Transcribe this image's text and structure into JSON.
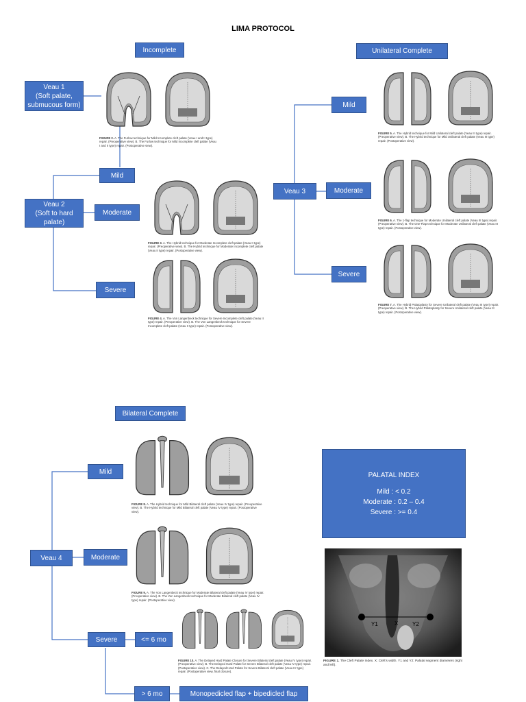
{
  "title": "LIMA PROTOCOL",
  "headers": {
    "incomplete": "Incomplete",
    "unilateral": "Unilateral Complete",
    "bilateral": "Bilateral Complete"
  },
  "nodes": {
    "veau1": "Veau 1\n(Soft palate,\nsubmucous form)",
    "veau2": "Veau 2\n(Soft to hard\npalate)",
    "veau2_mild": "Mild",
    "veau2_moderate": "Moderate",
    "veau2_severe": "Severe",
    "veau3": "Veau 3",
    "veau3_mild": "Mild",
    "veau3_moderate": "Moderate",
    "veau3_severe": "Severe",
    "veau4": "Veau 4",
    "veau4_mild": "Mild",
    "veau4_moderate": "Moderate",
    "veau4_severe": "Severe",
    "le6": "<= 6 mo",
    "gt6": "> 6 mo",
    "flap": "Monopedicled flap + bipedicled flap"
  },
  "palatal_index": {
    "title": "PALATAL INDEX",
    "lines": [
      "Mild : < 0.2",
      "Moderate : 0.2 – 0.4",
      "Severe : >= 0.4"
    ]
  },
  "photo_labels": {
    "y1": "Y1",
    "x": "X",
    "y2": "Y2"
  },
  "captions": {
    "fig2": {
      "label": "FIGURE 2.",
      "text": " A. The Furlow technique for Mild Incomplete cleft palate (Veau I and II type) repair. (Preoperative view). B. The Furlow technique for Mild Incomplete cleft palate (Veau I and II type) repair. (Postoperative view)."
    },
    "fig3": {
      "label": "FIGURE 3.",
      "text": " A. The Hybrid technique for Moderate Incomplete cleft palate (Veau II type) repair. (Preoperative view). B. The Hybrid technique for Moderate Incomplete cleft palate (Veau II type) repair. (Postoperative view)."
    },
    "fig4": {
      "label": "FIGURE 4.",
      "text": " A. The Von Langenbeck technique for Severe Incomplete cleft palate (Veau II type) repair. (Preoperative view). B. The Von Langenbeck technique for Severe Incomplete cleft palate (Veau II type) repair. (Postoperative view)."
    },
    "fig5": {
      "label": "FIGURE 5.",
      "text": " A. The Hybrid technique for Mild Unilateral cleft palate (Veau III type) repair. (Preoperative view). B. The Hybrid technique for Mild Unilateral cleft palate (Veau III type) repair. (Postoperative view)."
    },
    "fig6": {
      "label": "FIGURE 6.",
      "text": " A. The 1-flap technique for Moderate Unilateral cleft palate (Veau III type) repair. (Preoperative view). B. The One-Flap technique for Moderate Unilateral cleft palate (Veau III type) repair. (Postoperative view)."
    },
    "fig7": {
      "label": "FIGURE 7.",
      "text": " A. The Hybrid Palatoplasty for Severe Unilateral cleft palate (Veau III type) repair. (Preoperative view). B. The Hybrid Palatoplasty for Severe Unilateral cleft palate (Veau III type) repair. (Postoperative view)."
    },
    "fig8": {
      "label": "FIGURE 8.",
      "text": " A. The Hybrid technique for Mild Bilateral cleft palate (Veau IV type) repair. (Preoperative view). B. The Hybrid technique for Mild Bilateral cleft palate (Veau IV type) repair. (Postoperative view)."
    },
    "fig9": {
      "label": "FIGURE 9.",
      "text": " A. The Von Langenbeck technique for Moderate Bilateral cleft palate (Veau IV type) repair. (Preoperative view). B. The Von Langenbeck technique for Moderate Bilateral cleft palate (Veau IV type) repair. (Postoperative view)."
    },
    "fig10": {
      "label": "FIGURE 10.",
      "text": " A. The Delayed Hard Palate Closure for Severe Bilateral cleft palate (Veau IV type) repair. (Preoperative view). B. The Delayed Hard Palate for Severe Bilateral cleft palate (Veau IV type) repair. (Postoperative view). C. The Delayed Hard Palate for Severe Bilateral cleft palate (Veau IV type) repair. (Postoperative view, final closure)."
    },
    "fig1": {
      "label": "FIGURE 1.",
      "text": " The Cleft Palate Index. X: Cleft's width. Y1 and Y2: Palatal segment diameters (right and left)."
    }
  },
  "colors": {
    "box": "#4472c4",
    "box_border": "#2f528f",
    "line": "#4472c4"
  }
}
